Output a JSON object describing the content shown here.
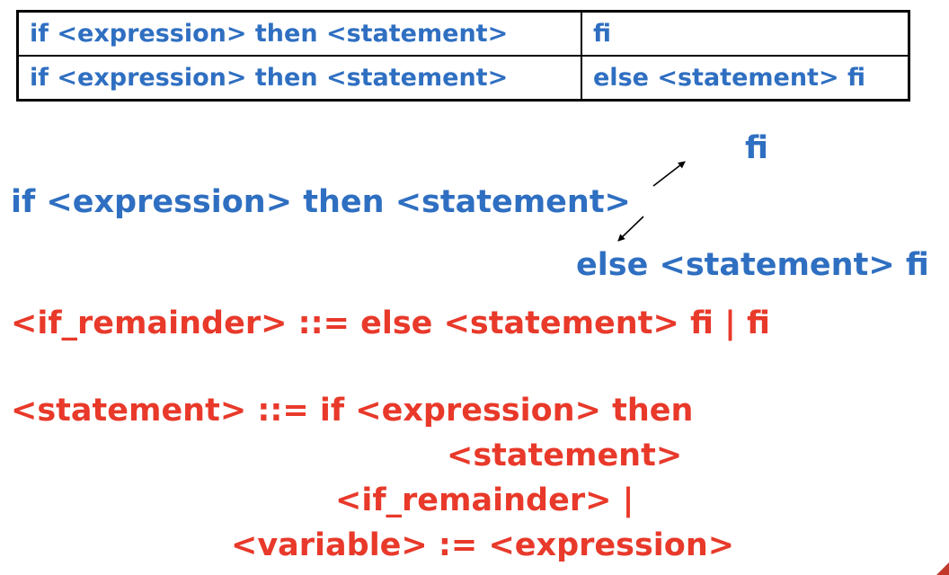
{
  "table": {
    "rows": [
      {
        "left": "if <expression> then <statement>",
        "right": "fi"
      },
      {
        "left": "if <expression> then <statement>",
        "right": "else <statement> fi"
      }
    ]
  },
  "diagram": {
    "branch_fi": "fi",
    "main": "if <expression> then <statement>",
    "branch_else": "else <statement> fi"
  },
  "rules": {
    "if_remainder": "<if_remainder> ::= else <statement> fi |  fi",
    "statement": [
      "<statement> ::= if <expression> then",
      "<statement>",
      "<if_remainder> |",
      "<variable> := <expression>"
    ]
  },
  "colors": {
    "blue": "#2f6fc1",
    "red": "#e8392a"
  }
}
